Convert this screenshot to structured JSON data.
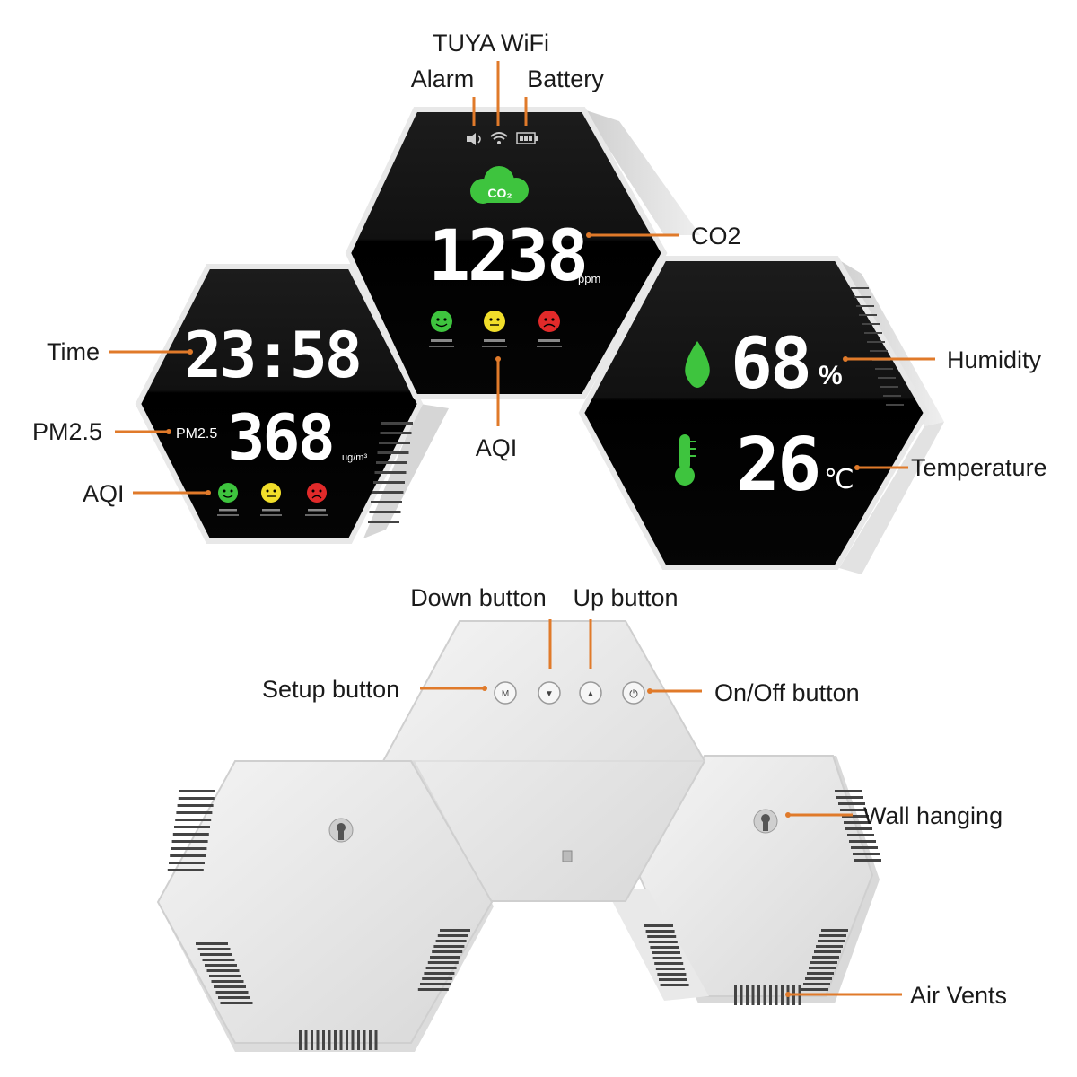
{
  "callouts": {
    "tuya_wifi": "TUYA WiFi",
    "alarm": "Alarm",
    "battery": "Battery",
    "co2": "CO2",
    "time": "Time",
    "pm25": "PM2.5",
    "aqi_left": "AQI",
    "aqi_center": "AQI",
    "humidity": "Humidity",
    "temperature": "Temperature",
    "down_button": "Down button",
    "up_button": "Up button",
    "setup_button": "Setup button",
    "onoff_button": "On/Off button",
    "wall_hanging": "Wall hanging",
    "air_vents": "Air Vents"
  },
  "display": {
    "co2_badge": "CO₂",
    "co2_value": "1238",
    "co2_unit": "ppm",
    "time_value": "23:58",
    "pm_label": "PM2.5",
    "pm_value": "368",
    "pm_unit": "ug/m³",
    "humidity_value": "68",
    "humidity_unit": "%",
    "temp_value": "26",
    "temp_unit": "℃"
  },
  "buttons": {
    "setup_glyph": "M",
    "down_glyph": "▼",
    "up_glyph": "▲",
    "power_glyph": "⏻"
  },
  "colors": {
    "good": "#3ec43e",
    "normal": "#f1de2a",
    "poor": "#e12a2a",
    "accent": "#e07a2a",
    "screen": "#0a0a0a"
  }
}
